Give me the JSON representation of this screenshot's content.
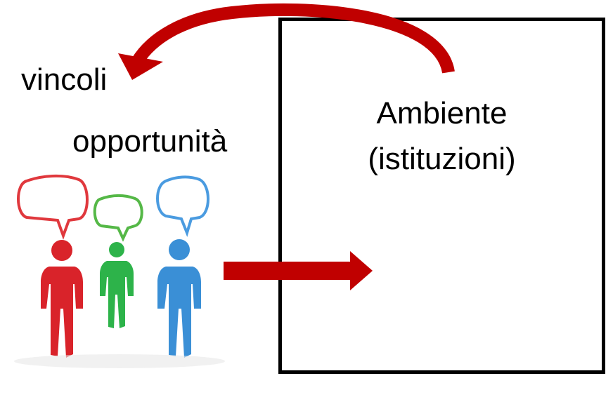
{
  "labels": {
    "vincoli": "vincoli",
    "opportunita": "opportunità",
    "ambiente": "Ambiente",
    "istituzioni": "(istituzioni)"
  },
  "colors": {
    "arrow": "#c00000",
    "person_red": "#d9232a",
    "person_green": "#2db34a",
    "person_blue": "#3a8fd6",
    "bubble_red": "#e0383d",
    "bubble_green": "#55b847",
    "bubble_blue": "#4a9be0",
    "box_border": "#000000"
  },
  "figures": [
    {
      "name": "red-person",
      "color": "person_red"
    },
    {
      "name": "green-person",
      "color": "person_green"
    },
    {
      "name": "blue-person",
      "color": "person_blue"
    }
  ]
}
